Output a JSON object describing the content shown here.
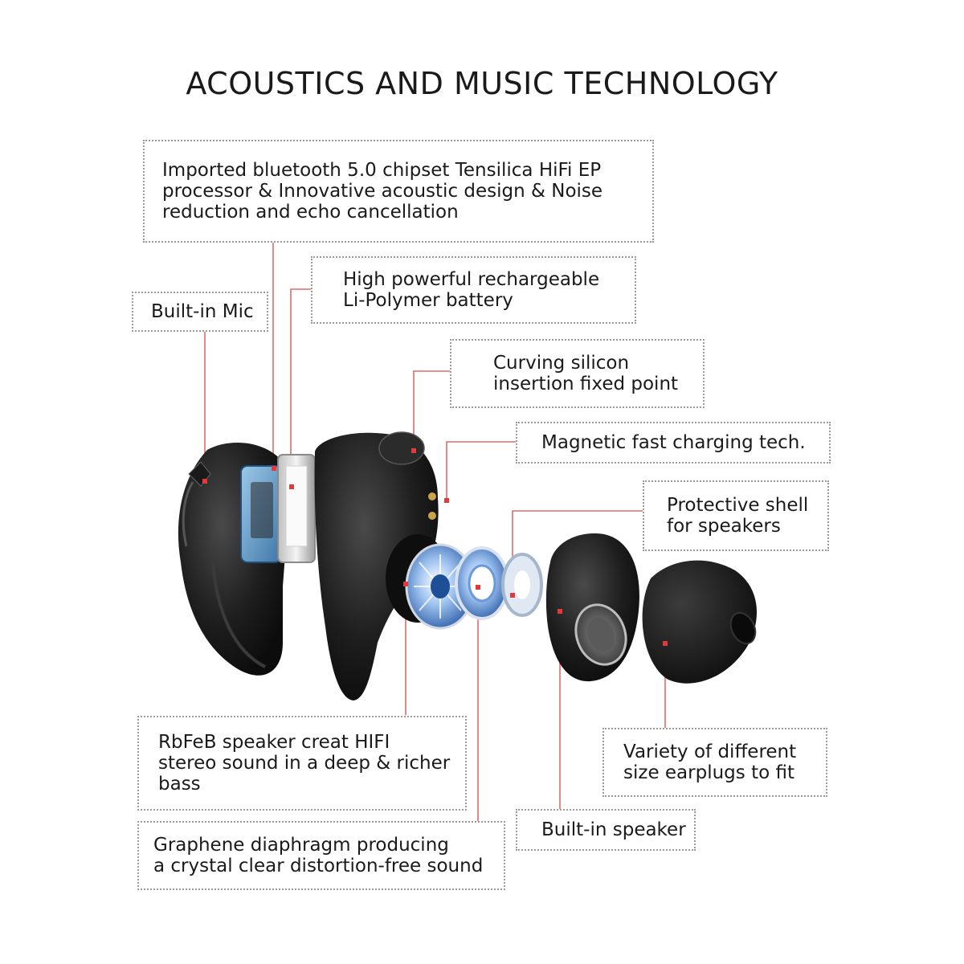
{
  "title": "ACOUSTICS AND MUSIC TECHNOLOGY",
  "callouts": {
    "chipset": [
      "Imported bluetooth 5.0 chipset Tensilica HiFi EP",
      "processor & Innovative acoustic design & Noise",
      "reduction and echo cancellation"
    ],
    "battery": [
      "High powerful rechargeable",
      "Li-Polymer battery"
    ],
    "mic": [
      "Built-in Mic"
    ],
    "silicon": [
      "Curving silicon",
      "insertion fixed point"
    ],
    "charging": [
      "Magnetic fast charging tech."
    ],
    "shell": [
      "Protective shell",
      "for speakers"
    ],
    "speaker_driver": [
      "RbFeB speaker creat HIFI",
      "stereo sound in a deep & richer",
      "bass"
    ],
    "earplugs": [
      "Variety of different",
      "size earplugs to fit"
    ],
    "builtin_speaker": [
      "Built-in speaker"
    ],
    "diaphragm": [
      "Graphene diaphragm producing",
      "a crystal clear distortion-free sound"
    ]
  },
  "colors": {
    "leader_line": "#e06a6a",
    "box_border": "#9a9a9a",
    "earbud_body": "#1c1c1c",
    "driver_blue": "#3a7bd5"
  },
  "icons": [
    "earbud-exploded-view"
  ]
}
